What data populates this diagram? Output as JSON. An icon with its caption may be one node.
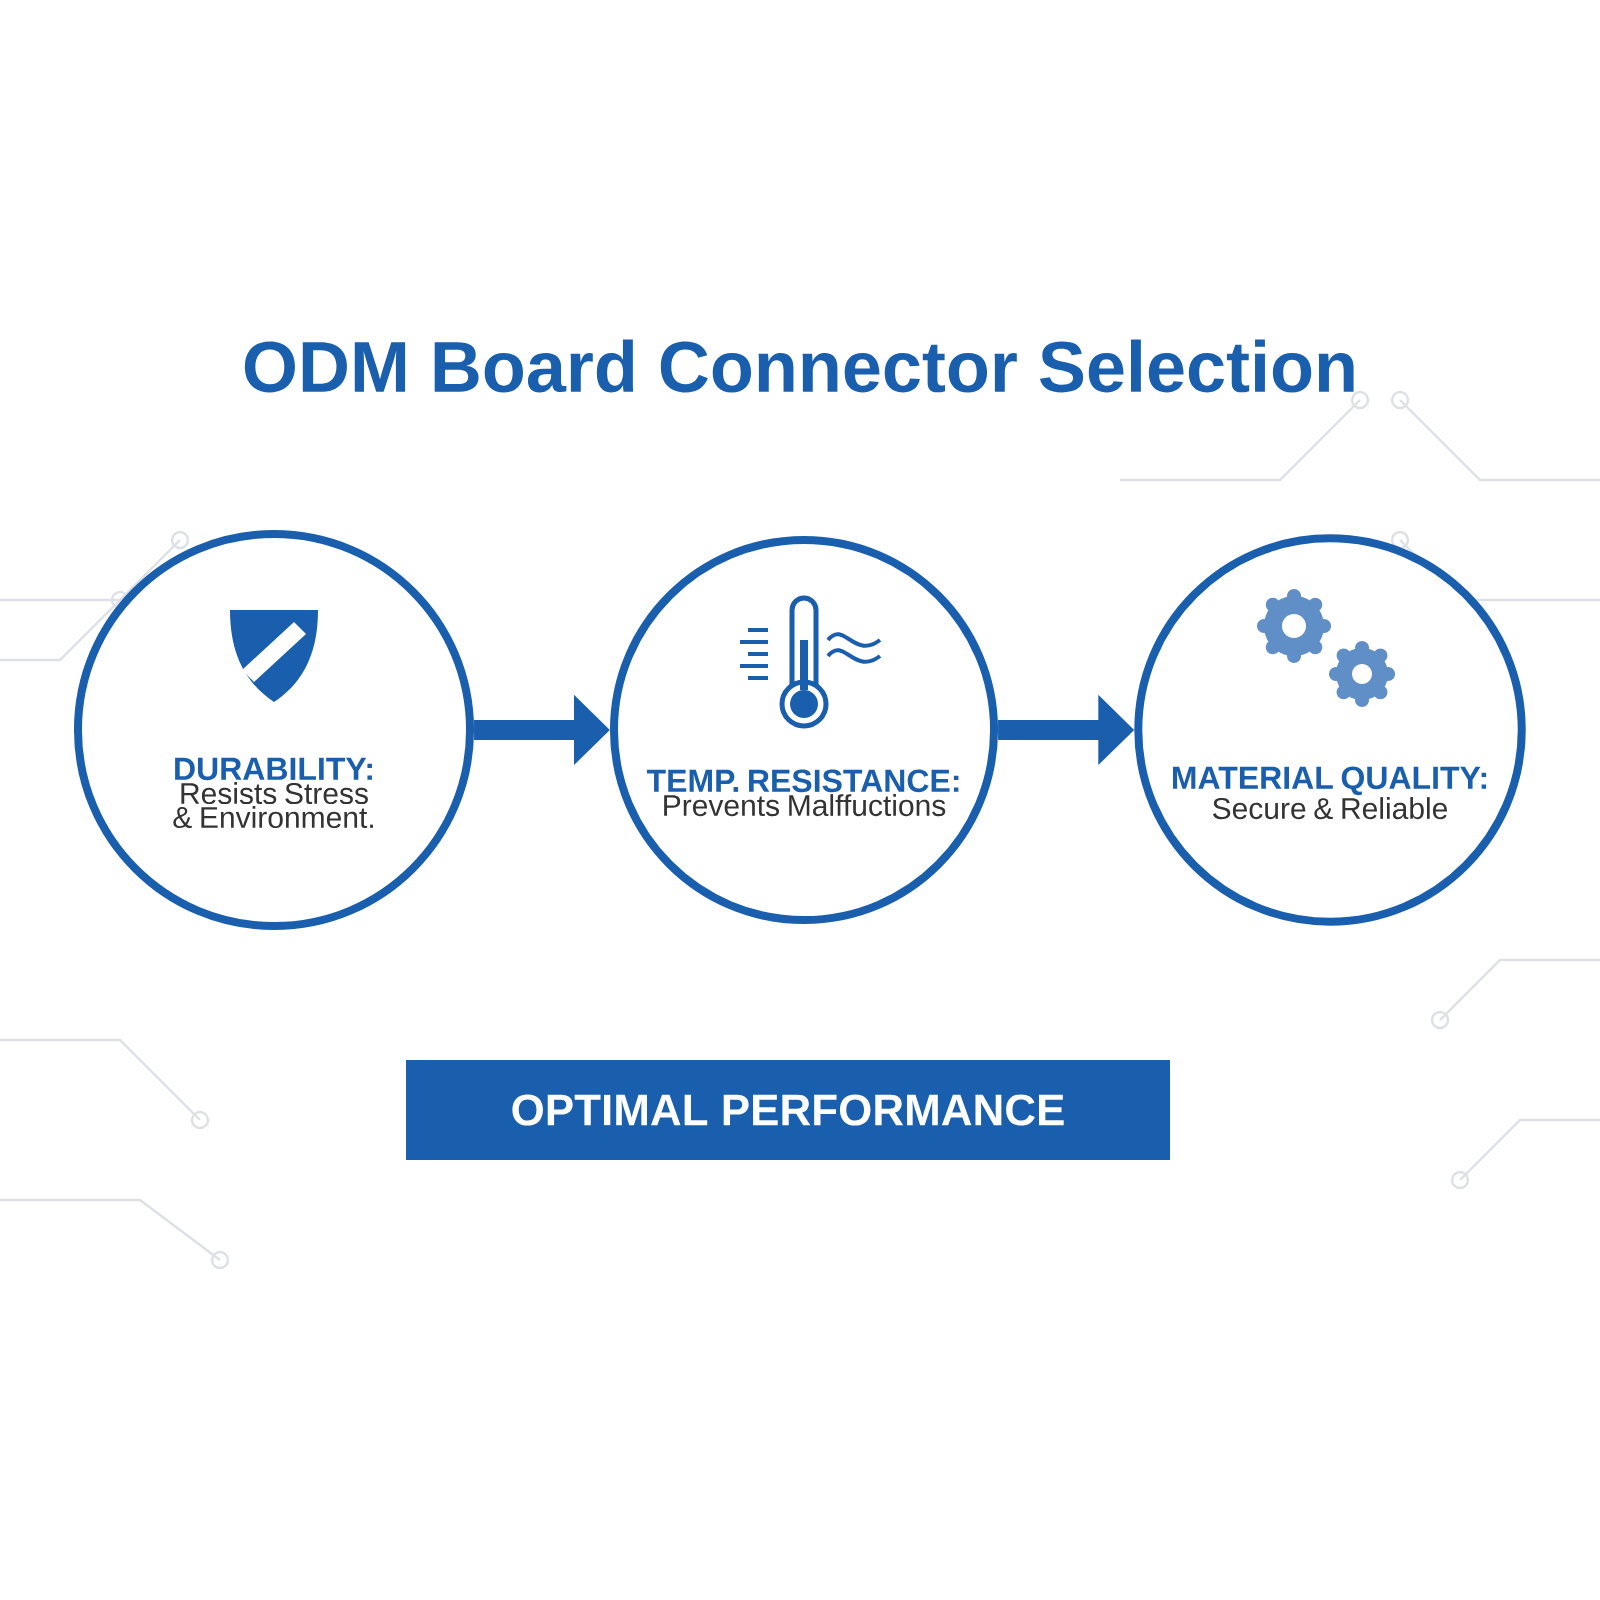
{
  "diagram": {
    "title": "ODM Board Connector Selection",
    "nodes": [
      {
        "text": [
          "DURABILITY:",
          "Resists Stress & Environment."
        ]
      },
      {
        "text": [
          "TEMP. RESISTANCE:",
          "Prevents Malffuctions"
        ]
      },
      {
        "text": [
          "MATERIAL QUALITY:",
          "Secure & Reliable"
        ]
      },
      {
        "text": [
          "OPTIMAL PERFORMANCE"
        ]
      }
    ],
    "edges": [
      {
        "from": 0,
        "to": 1,
        "arrow": "to"
      },
      {
        "from": 1,
        "to": 2,
        "arrow": "to"
      }
    ]
  }
}
